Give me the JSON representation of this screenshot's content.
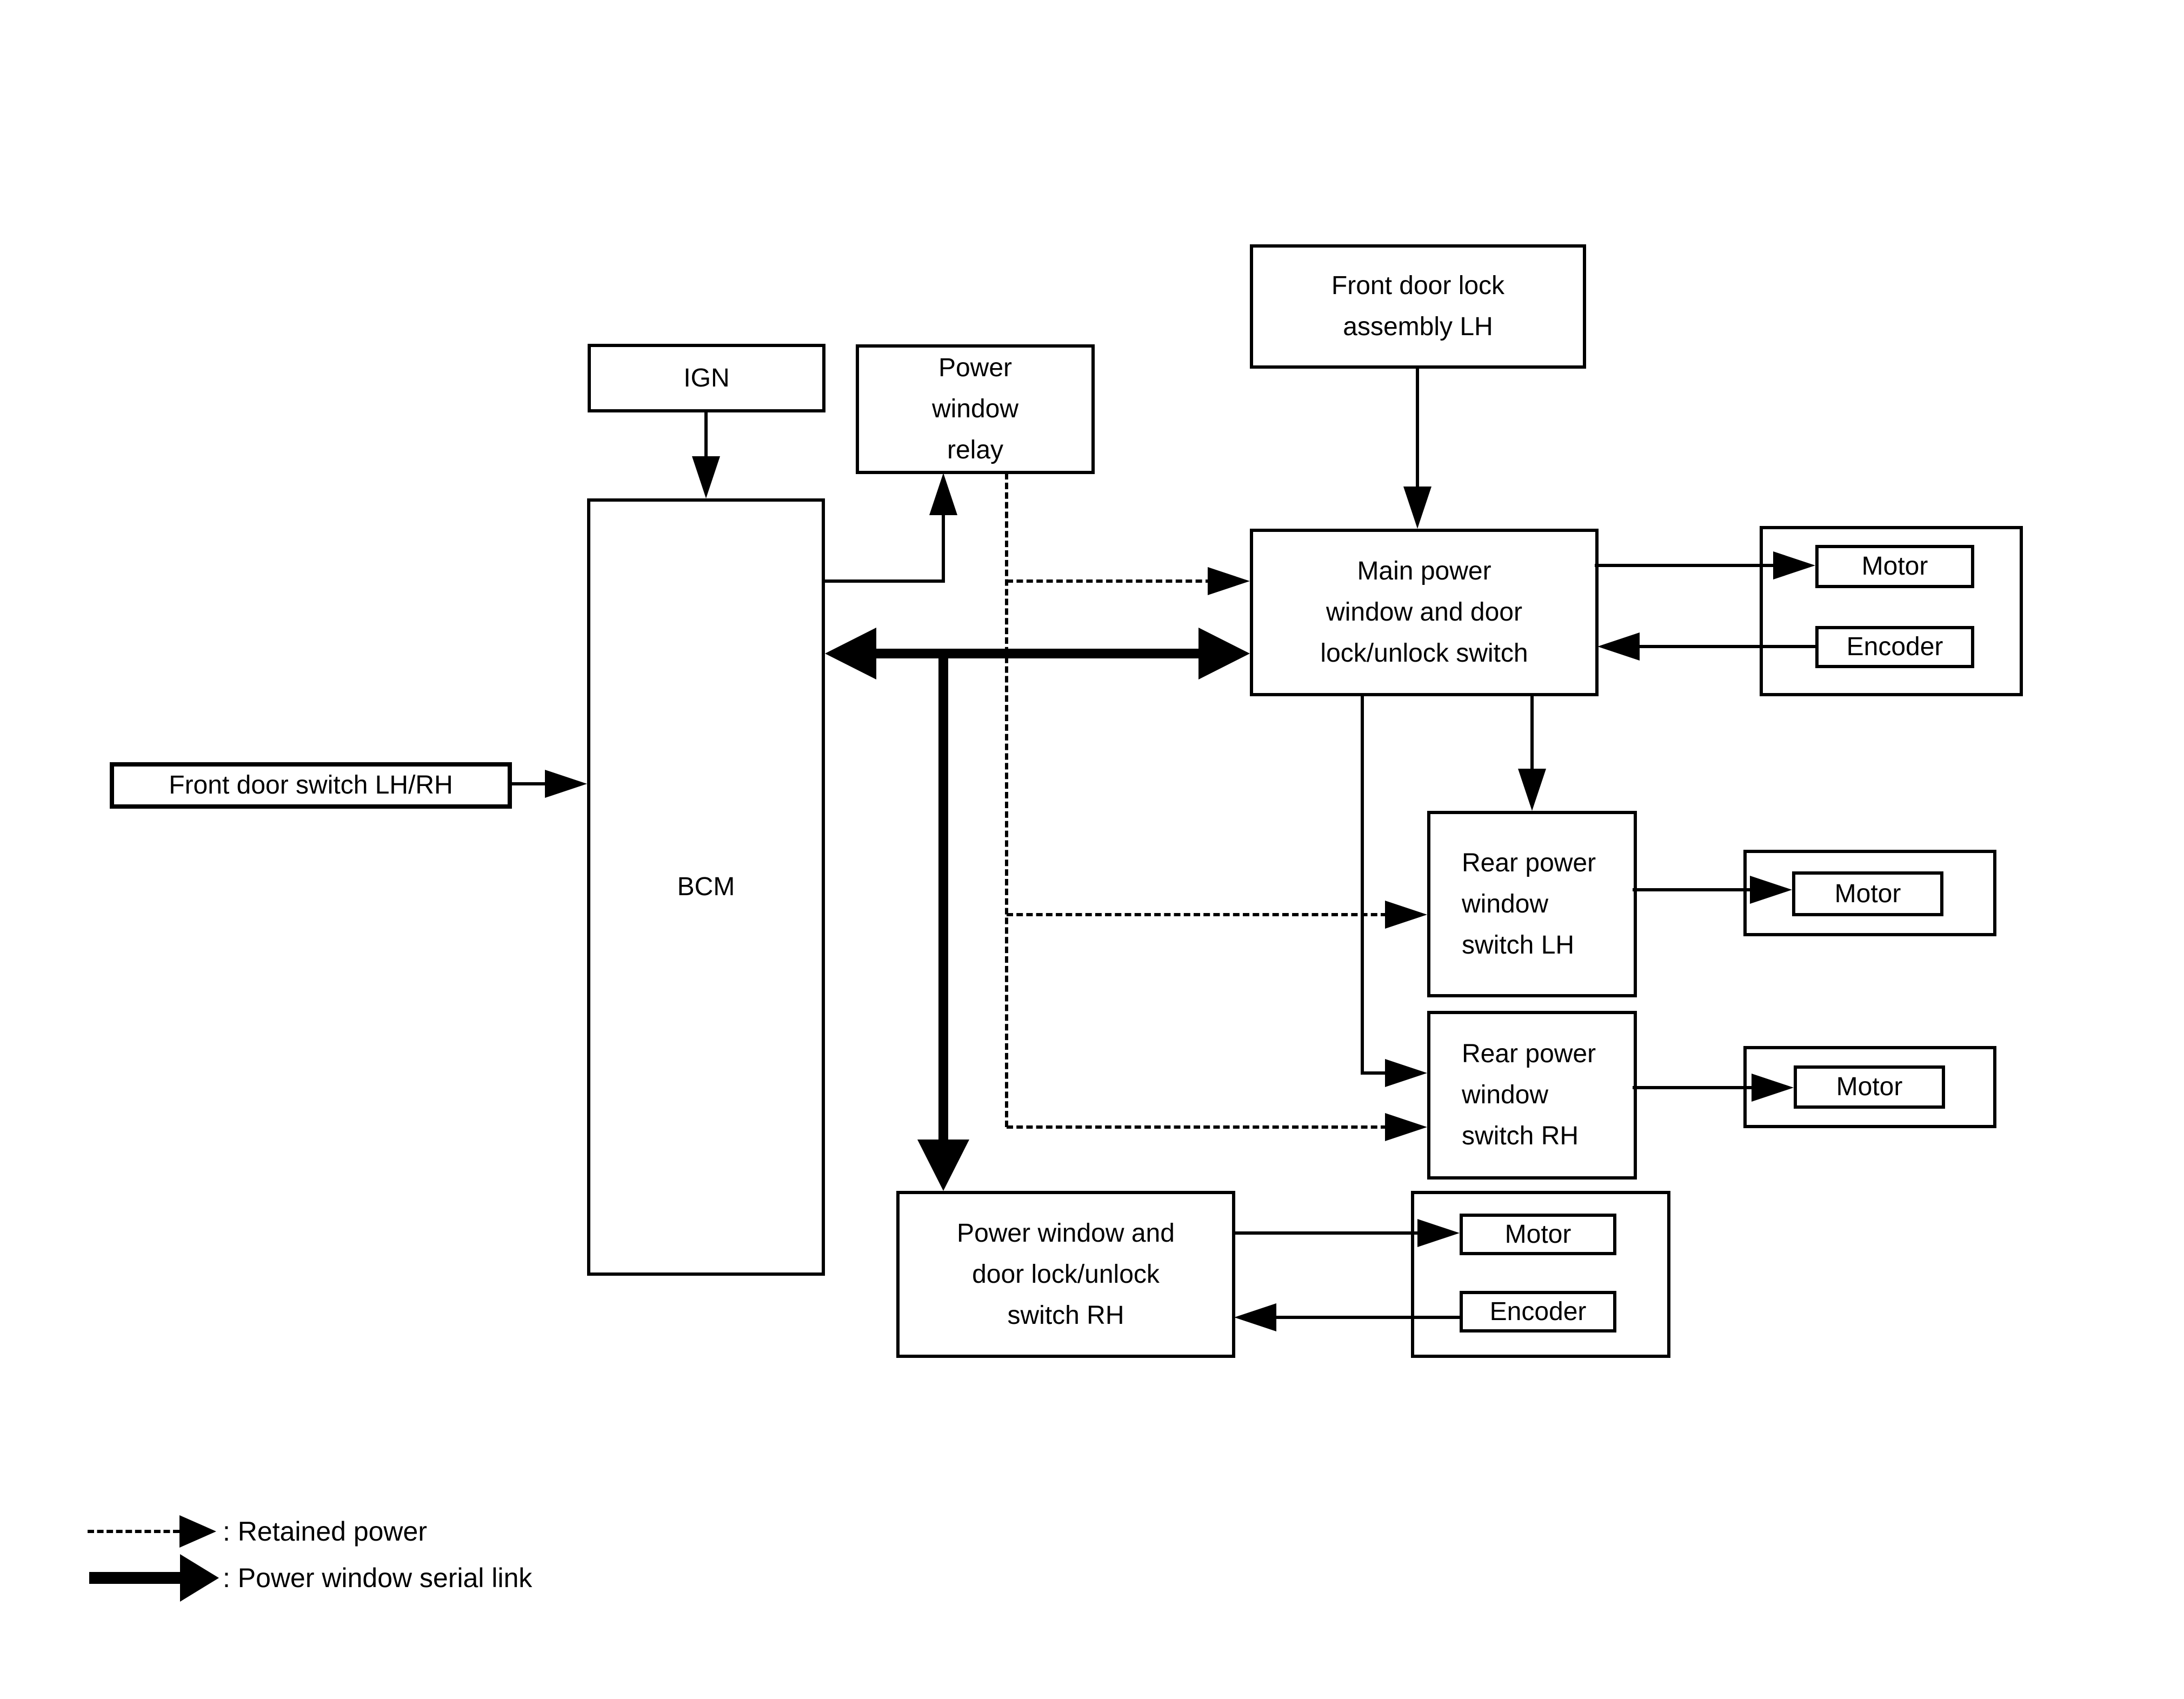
{
  "nodes": {
    "ign": {
      "label": "IGN"
    },
    "power_window_relay": {
      "label": "Power\nwindow\nrelay"
    },
    "front_door_lock_assembly_lh": {
      "label": "Front door lock\nassembly LH"
    },
    "bcm": {
      "label": "BCM"
    },
    "front_door_switch_lh_rh": {
      "label": "Front door switch LH/RH"
    },
    "main_power_window_switch": {
      "label": "Main power\nwindow and door\nlock/unlock switch"
    },
    "front_lh_motor": {
      "label": "Motor"
    },
    "front_lh_encoder": {
      "label": "Encoder"
    },
    "rear_power_window_switch_lh": {
      "label": "Rear power\nwindow\nswitch LH"
    },
    "rear_lh_motor": {
      "label": "Motor"
    },
    "rear_power_window_switch_rh": {
      "label": "Rear power\nwindow\nswitch RH"
    },
    "rear_rh_motor": {
      "label": "Motor"
    },
    "power_window_door_switch_rh": {
      "label": "Power window and\ndoor lock/unlock\nswitch RH"
    },
    "front_rh_motor": {
      "label": "Motor"
    },
    "front_rh_encoder": {
      "label": "Encoder"
    }
  },
  "legend": {
    "retained_power": ": Retained power",
    "serial_link": ": Power window serial link"
  },
  "colors": {
    "stroke": "#000000",
    "background": "#ffffff"
  }
}
